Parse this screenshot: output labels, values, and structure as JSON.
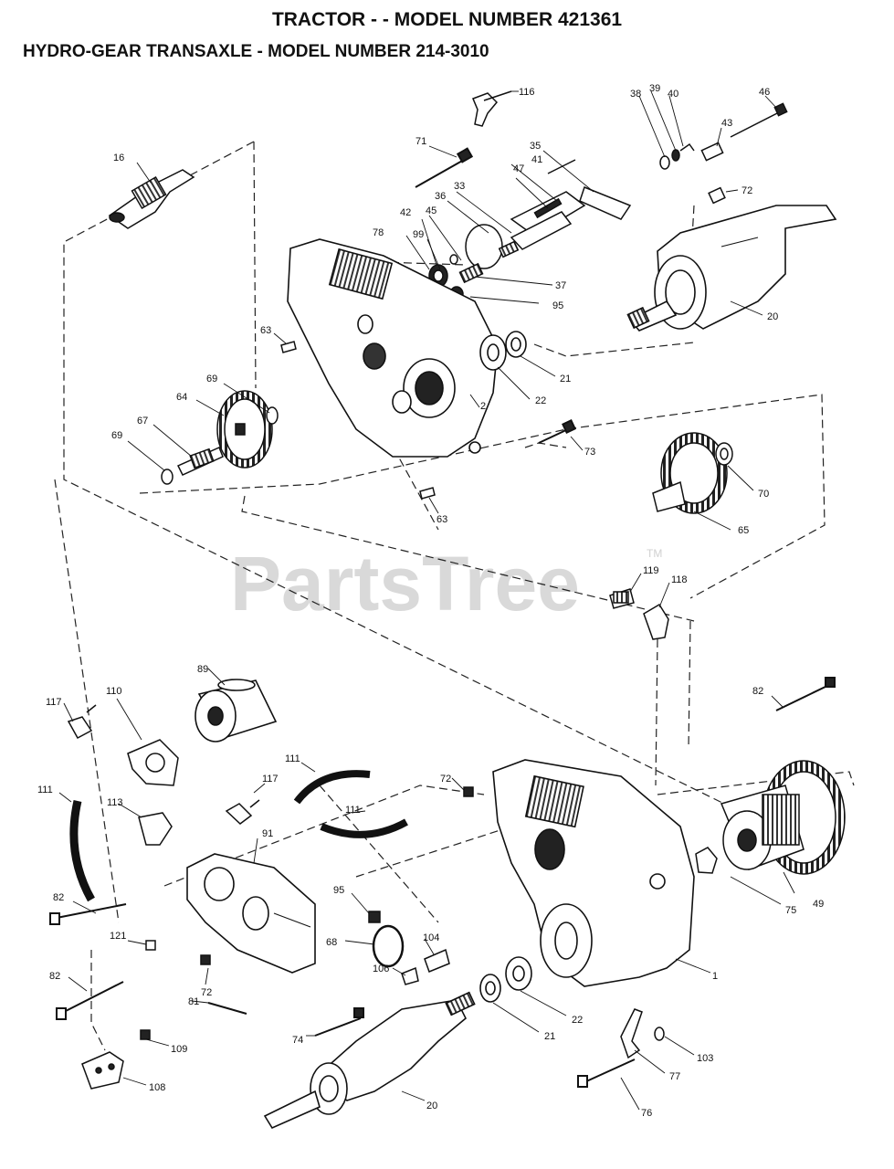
{
  "header": {
    "title": "TRACTOR - - MODEL NUMBER 421361",
    "subtitle": "HYDRO-GEAR TRANSAXLE - MODEL NUMBER 214-3010"
  },
  "watermark": {
    "text": "PartsTree",
    "tm": "TM"
  },
  "callouts": {
    "c116": "116",
    "c38": "38",
    "c39": "39",
    "c40": "40",
    "c46": "46",
    "c16": "16",
    "c71": "71",
    "c35": "35",
    "c43": "43",
    "c47": "47",
    "c41": "41",
    "c72a": "72",
    "c33": "33",
    "c36": "36",
    "c42": "42",
    "c45": "45",
    "c78": "78",
    "c99": "99",
    "c37": "37",
    "c95a": "95",
    "c20a": "20",
    "c63a": "63",
    "c21a": "21",
    "c69a": "69",
    "c22a": "22",
    "c64": "64",
    "c2": "2",
    "c67": "67",
    "c69b": "69",
    "c73": "73",
    "c70": "70",
    "c65": "65",
    "c63b": "63",
    "c119": "119",
    "c118": "118",
    "c89": "89",
    "c117a": "117",
    "c110": "110",
    "c82a": "82",
    "c111a": "111",
    "c117b": "117",
    "c72b": "72",
    "c111b": "111",
    "c113": "113",
    "c111c": "111",
    "c91": "91",
    "c82b": "82",
    "c95b": "95",
    "c75": "75",
    "c49": "49",
    "c121": "121",
    "c68": "68",
    "c104": "104",
    "c106": "106",
    "c72c": "72",
    "c82c": "82",
    "c1": "1",
    "c81": "81",
    "c22b": "22",
    "c74": "74",
    "c21b": "21",
    "c103": "103",
    "c109": "109",
    "c77": "77",
    "c108": "108",
    "c20b": "20",
    "c76": "76"
  }
}
